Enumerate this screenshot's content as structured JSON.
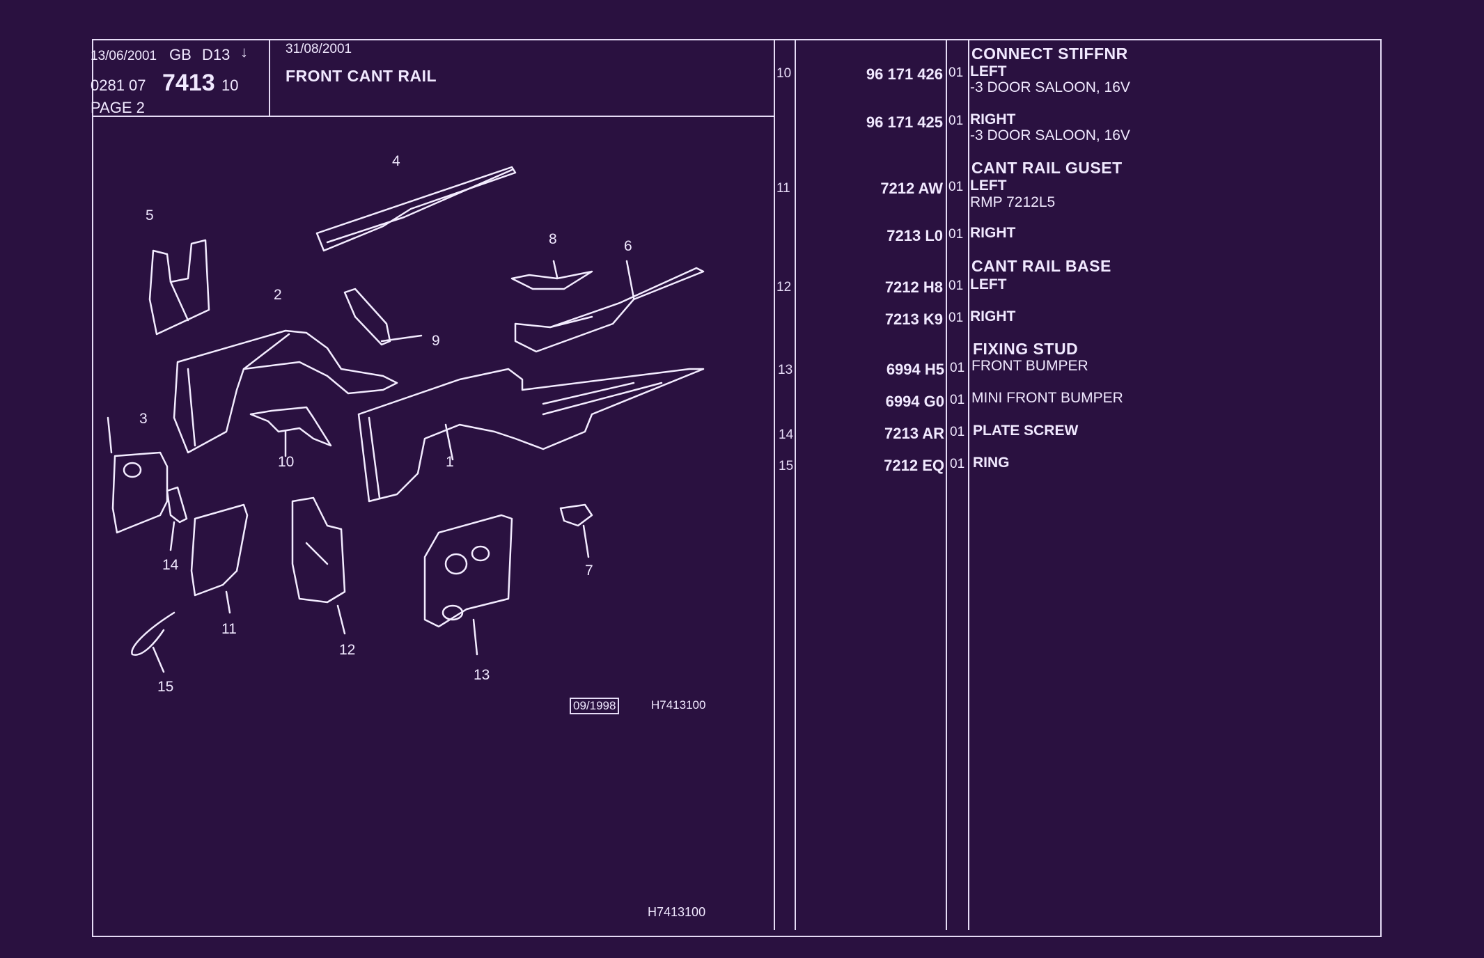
{
  "header": {
    "date_left": "13/06/2001",
    "region": "GB",
    "code": "D13",
    "arrow": "↓",
    "ref_prefix": "0281 07",
    "plate_number": "7413",
    "ref_suffix": "10",
    "page": "PAGE 2",
    "date_right": "31/08/2001",
    "section_title": "FRONT CANT RAIL"
  },
  "diagram": {
    "callouts": [
      "1",
      "2",
      "3",
      "4",
      "5",
      "6",
      "7",
      "8",
      "9",
      "10",
      "11",
      "12",
      "13",
      "14",
      "15"
    ],
    "stamp_date": "09/1998",
    "stamp_ref": "H7413100",
    "footer_ref": "H7413100"
  },
  "parts": [
    {
      "ref": "10",
      "part": "96 171 426",
      "qty": "01",
      "title": "CONNECT STIFFNR",
      "desc": "LEFT",
      "note": "-3 DOOR SALOON, 16V"
    },
    {
      "ref": "",
      "part": "96 171 425",
      "qty": "01",
      "title": "",
      "desc": "RIGHT",
      "note": "-3 DOOR SALOON, 16V"
    },
    {
      "ref": "11",
      "part": "7212 AW",
      "qty": "01",
      "title": "CANT RAIL GUSET",
      "desc": "LEFT",
      "note": "RMP 7212L5"
    },
    {
      "ref": "",
      "part": "7213 L0",
      "qty": "01",
      "title": "",
      "desc": "RIGHT",
      "note": ""
    },
    {
      "ref": "12",
      "part": "7212 H8",
      "qty": "01",
      "title": "CANT RAIL BASE",
      "desc": "LEFT",
      "note": ""
    },
    {
      "ref": "",
      "part": "7213 K9",
      "qty": "01",
      "title": "",
      "desc": "RIGHT",
      "note": ""
    },
    {
      "ref": "13",
      "part": "6994 H5",
      "qty": "01",
      "title": "FIXING STUD",
      "desc": "FRONT BUMPER",
      "note": ""
    },
    {
      "ref": "",
      "part": "6994 G0",
      "qty": "01",
      "title": "",
      "desc": "MINI FRONT BUMPER",
      "note": ""
    },
    {
      "ref": "14",
      "part": "7213 AR",
      "qty": "01",
      "title": "",
      "desc": "PLATE SCREW",
      "note": ""
    },
    {
      "ref": "15",
      "part": "7212 EQ",
      "qty": "01",
      "title": "",
      "desc": "RING",
      "note": ""
    }
  ],
  "colors": {
    "background": "#2a1140",
    "ink": "#f1e9ff"
  }
}
